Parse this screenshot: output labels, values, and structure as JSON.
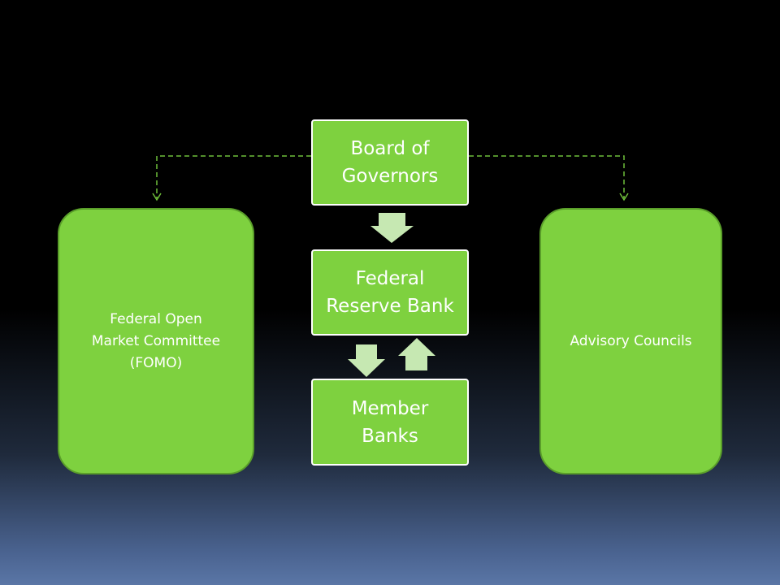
{
  "diagram": {
    "top_node": "Board of\nGovernors",
    "middle_node": "Federal\nReserve Bank",
    "bottom_node": "Member\nBanks",
    "left_node": "Federal Open\nMarket Committee\n(FOMO)",
    "right_node": "Advisory Councils"
  },
  "colors": {
    "node_fill": "#7ed13f",
    "arrow_fill": "#c6e8b2",
    "connector": "#6fbf3a",
    "background_top": "#000000",
    "background_bottom": "#5a76a6"
  }
}
